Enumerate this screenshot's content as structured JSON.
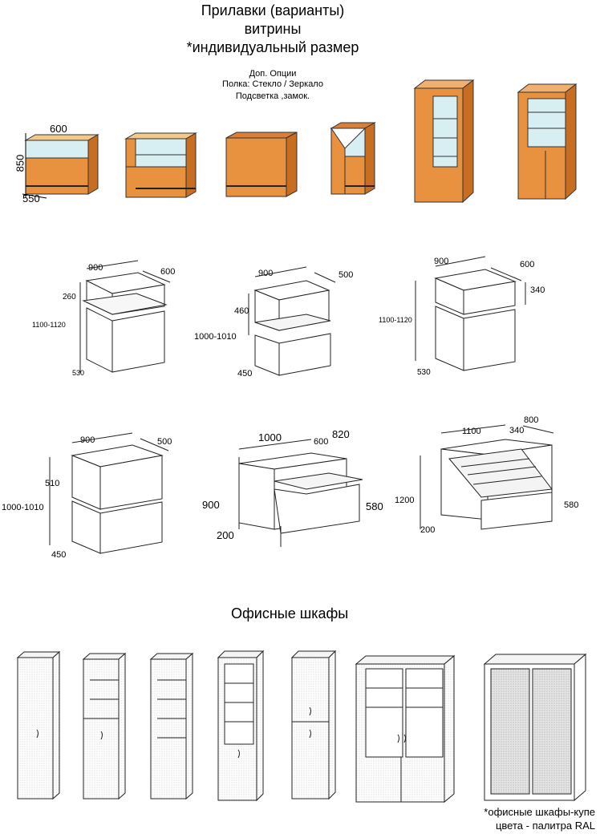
{
  "header": {
    "title_line1": "Прилавки (варианты)",
    "title_line2": "витрины",
    "title_line3": "*индивидуальный размер"
  },
  "options": {
    "line1": "Доп. Опции",
    "line2": "Полка: Стекло / Зеркало",
    "line3": "Подсветка ,замок."
  },
  "row1_dims": {
    "w": "600",
    "h": "850",
    "d": "550"
  },
  "row2": {
    "c1": {
      "w": "900",
      "d": "600",
      "top": "260",
      "h": "1100-1120",
      "base": "530"
    },
    "c2": {
      "w": "900",
      "d": "500",
      "top": "460",
      "h": "1000-1010",
      "base": "450"
    },
    "c3": {
      "w": "900",
      "d": "600",
      "top": "340",
      "h": "1100-1120",
      "base": "530"
    }
  },
  "row3": {
    "c1": {
      "w": "900",
      "d": "500",
      "top": "510",
      "h": "1000-1010",
      "base": "450"
    },
    "c2": {
      "w": "1000",
      "d": "600",
      "d2": "820",
      "h": "900",
      "plinth": "200",
      "front": "580"
    },
    "c3": {
      "w": "1100",
      "d": "340",
      "d2": "800",
      "h": "1200",
      "plinth": "200",
      "front": "580"
    }
  },
  "office": {
    "title": "Офисные шкафы",
    "note_line1": "*офисные шкафы-купе",
    "note_line2": "цвета - палитра  RAL"
  },
  "colors": {
    "wood": "#e8913f",
    "wood_dark": "#c86e22",
    "glass": "#cfe8ee",
    "line": "#222222"
  }
}
